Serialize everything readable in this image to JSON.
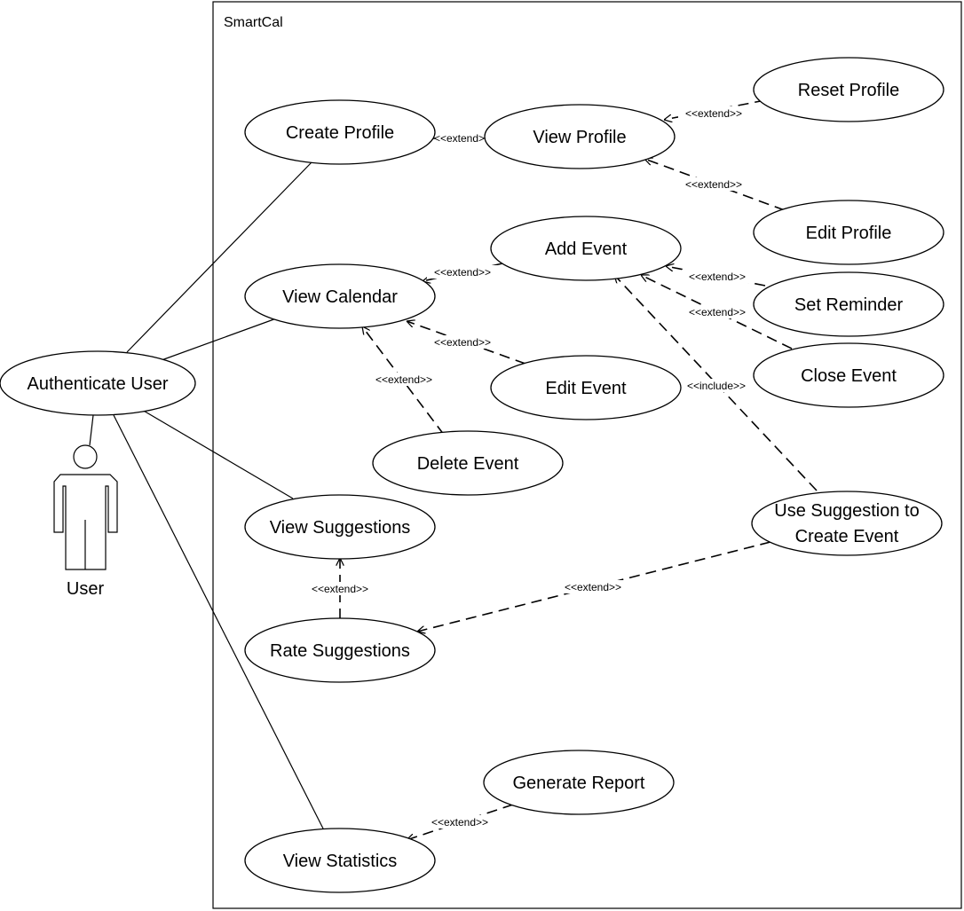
{
  "system": {
    "name": "SmartCal"
  },
  "actor": {
    "name": "User"
  },
  "use_cases": {
    "authenticate_user": "Authenticate User",
    "create_profile": "Create Profile",
    "view_profile": "View Profile",
    "reset_profile": "Reset Profile",
    "edit_profile": "Edit Profile",
    "add_event": "Add Event",
    "view_calendar": "View Calendar",
    "set_reminder": "Set Reminder",
    "close_event": "Close Event",
    "edit_event": "Edit Event",
    "delete_event": "Delete Event",
    "view_suggestions": "View Suggestions",
    "use_suggestion_line1": "Use Suggestion to",
    "use_suggestion_line2": "Create Event",
    "rate_suggestions": "Rate Suggestions",
    "generate_report": "Generate Report",
    "view_statistics": "View Statistics"
  },
  "relationship_labels": {
    "create_to_view_profile": "<<extend>>",
    "reset_to_view_profile": "<<extend>>",
    "edit_to_view_profile": "<<extend>>",
    "add_event_to_view_calendar": "<<extend>>",
    "set_reminder_to_add_event": "<<extend>>",
    "close_event_to_add_event": "<<extend>>",
    "edit_event_to_view_calendar": "<<extend>>",
    "delete_event_to_view_calendar": "<<extend>>",
    "edit_event_include_close_event": "<<include>>",
    "rate_to_view_suggestions": "<<extend>>",
    "use_suggestion_to_rate": "<<extend>>",
    "generate_report_to_view_statistics": "<<extend>>"
  }
}
